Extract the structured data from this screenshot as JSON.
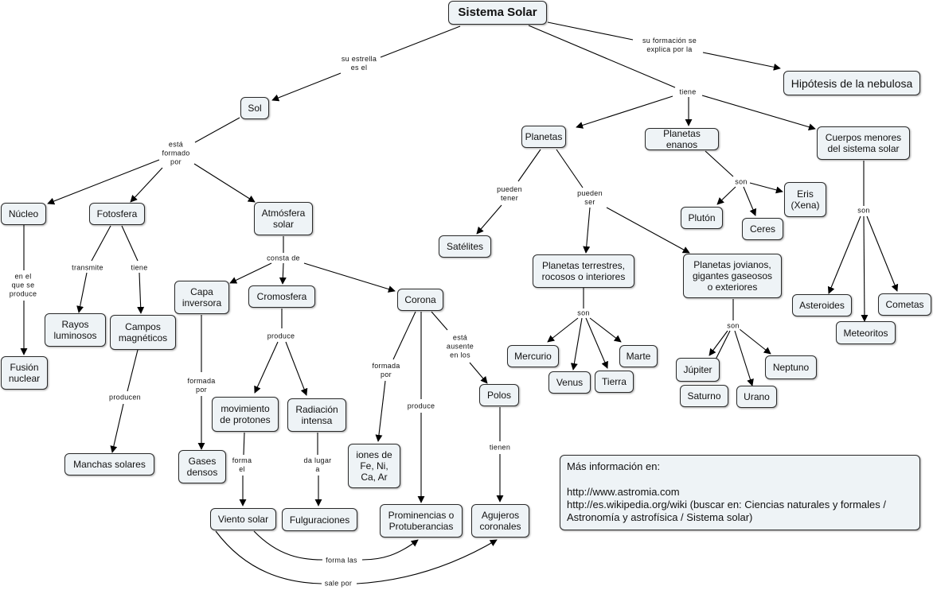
{
  "title": "Sistema Solar",
  "nodes": {
    "sistema_solar": "Sistema Solar",
    "hipotesis": "Hipótesis de la nebulosa",
    "sol": "Sol",
    "planetas": "Planetas",
    "planetas_enanos": "Planetas enanos",
    "cuerpos_menores": "Cuerpos menores\ndel sistema solar",
    "nucleo": "Núcleo",
    "fotosfera": "Fotosfera",
    "atmosfera": "Atmósfera\nsolar",
    "fusion": "Fusión\nnuclear",
    "rayos": "Rayos\nluminosos",
    "campos": "Campos\nmagnéticos",
    "manchas": "Manchas solares",
    "capa_inversora": "Capa\ninversora",
    "cromosfera": "Cromosfera",
    "corona": "Corona",
    "gases": "Gases\ndensos",
    "movimiento": "movimiento\nde protones",
    "radiacion": "Radiación\nintensa",
    "iones": "iones de\nFe, Ni,\nCa, Ar",
    "polos": "Polos",
    "viento": "Viento solar",
    "fulguraciones": "Fulguraciones",
    "prominencias": "Prominencias o\nProtuberancias",
    "agujeros": "Agujeros\ncoronales",
    "satelites": "Satélites",
    "terrestres": "Planetas terrestres,\nrocosos o interiores",
    "jovianos": "Planetas jovianos,\ngigantes gaseosos\no exteriores",
    "mercurio": "Mercurio",
    "venus": "Venus",
    "tierra": "Tierra",
    "marte": "Marte",
    "jupiter": "Júpiter",
    "saturno": "Saturno",
    "urano": "Urano",
    "neptuno": "Neptuno",
    "pluton": "Plutón",
    "ceres": "Ceres",
    "eris": "Eris\n(Xena)",
    "asteroides": "Asteroides",
    "meteoritos": "Meteoritos",
    "cometas": "Cometas"
  },
  "links": {
    "su_estrella": "su estrella\nes el",
    "su_formacion": "su formación se\nexplica por la",
    "tiene": "tiene",
    "esta_formado": "está\nformado\npor",
    "en_el_que": "en el\nque se\nproduce",
    "transmite": "transmite",
    "tiene_foto": "tiene",
    "producen": "producen",
    "consta_de": "consta de",
    "formada_por_capa": "formada\npor",
    "produce_cromo": "produce",
    "formada_por_corona": "formada\npor",
    "produce_corona": "produce",
    "esta_ausente": "está\nausente\nen los",
    "tienen": "tienen",
    "forma_el": "forma\nel",
    "da_lugar": "da lugar\na",
    "forma_las": "forma las",
    "sale_por": "sale por",
    "pueden_tener": "pueden\ntener",
    "pueden_ser": "pueden\nser",
    "son_terrestres": "son",
    "son_jovianos": "son",
    "son_enanos": "son",
    "son_cuerpos": "son"
  },
  "info": {
    "heading": "Más información en:",
    "line1": "http://www.astromia.com",
    "line2": "http://es.wikipedia.org/wiki (buscar en: Ciencias naturales y formales /\nAstronomía y astrofísica / Sistema solar)"
  }
}
